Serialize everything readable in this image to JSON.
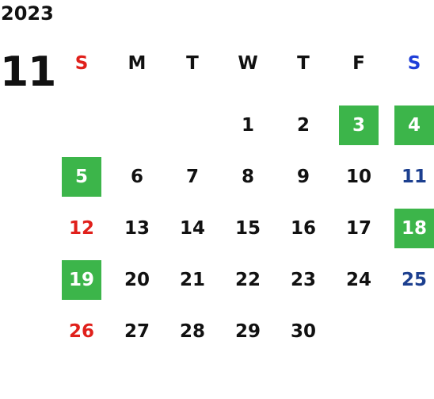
{
  "year": "2023",
  "month": "11",
  "colors": {
    "sunday": "#e0201b",
    "saturday_header": "#1f3fd8",
    "saturday": "#1c3f8f",
    "holiday_bg": "#3cb54a",
    "text": "#111111"
  },
  "weekdays": [
    {
      "label": "S",
      "color": "#e0201b"
    },
    {
      "label": "M",
      "color": "#111111"
    },
    {
      "label": "T",
      "color": "#111111"
    },
    {
      "label": "W",
      "color": "#111111"
    },
    {
      "label": "T",
      "color": "#111111"
    },
    {
      "label": "F",
      "color": "#111111"
    },
    {
      "label": "S",
      "color": "#1f3fd8"
    }
  ],
  "weeks": [
    [
      {
        "day": "",
        "kind": "empty"
      },
      {
        "day": "",
        "kind": "empty"
      },
      {
        "day": "",
        "kind": "empty"
      },
      {
        "day": "1",
        "kind": "normal"
      },
      {
        "day": "2",
        "kind": "normal"
      },
      {
        "day": "3",
        "kind": "holiday"
      },
      {
        "day": "4",
        "kind": "holiday"
      }
    ],
    [
      {
        "day": "5",
        "kind": "holiday"
      },
      {
        "day": "6",
        "kind": "normal"
      },
      {
        "day": "7",
        "kind": "normal"
      },
      {
        "day": "8",
        "kind": "normal"
      },
      {
        "day": "9",
        "kind": "normal"
      },
      {
        "day": "10",
        "kind": "normal"
      },
      {
        "day": "11",
        "kind": "sat"
      }
    ],
    [
      {
        "day": "12",
        "kind": "sun"
      },
      {
        "day": "13",
        "kind": "normal"
      },
      {
        "day": "14",
        "kind": "normal"
      },
      {
        "day": "15",
        "kind": "normal"
      },
      {
        "day": "16",
        "kind": "normal"
      },
      {
        "day": "17",
        "kind": "normal"
      },
      {
        "day": "18",
        "kind": "holiday"
      }
    ],
    [
      {
        "day": "19",
        "kind": "holiday"
      },
      {
        "day": "20",
        "kind": "normal"
      },
      {
        "day": "21",
        "kind": "normal"
      },
      {
        "day": "22",
        "kind": "normal"
      },
      {
        "day": "23",
        "kind": "normal"
      },
      {
        "day": "24",
        "kind": "normal"
      },
      {
        "day": "25",
        "kind": "sat"
      }
    ],
    [
      {
        "day": "26",
        "kind": "sun"
      },
      {
        "day": "27",
        "kind": "normal"
      },
      {
        "day": "28",
        "kind": "normal"
      },
      {
        "day": "29",
        "kind": "normal"
      },
      {
        "day": "30",
        "kind": "normal"
      },
      {
        "day": "",
        "kind": "empty"
      },
      {
        "day": "",
        "kind": "empty"
      }
    ]
  ]
}
